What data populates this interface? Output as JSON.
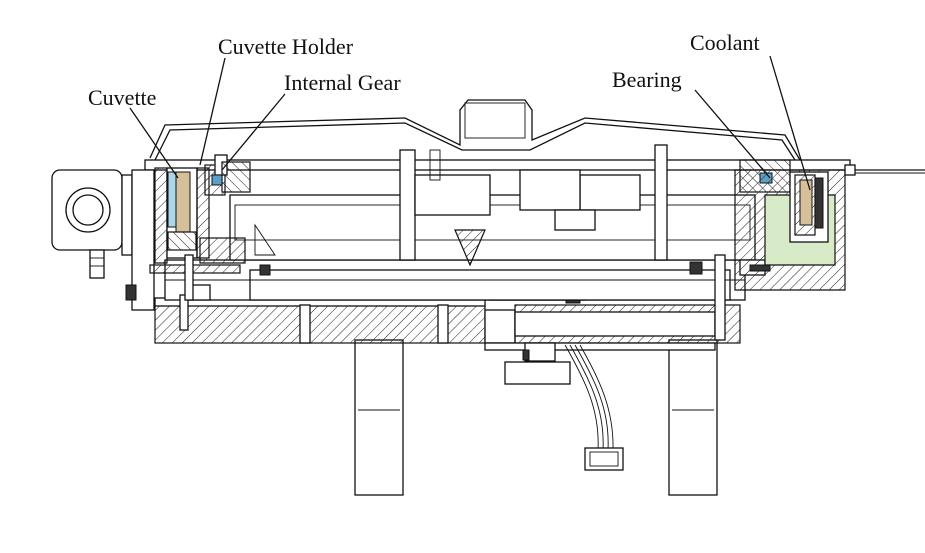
{
  "labels": {
    "cuvette": "Cuvette",
    "cuvette_holder": "Cuvette Holder",
    "internal_gear": "Internal Gear",
    "bearing": "Bearing",
    "coolant": "Coolant"
  },
  "colors": {
    "cuvette": "#a8d8ea",
    "coolant": "#d7ebc9",
    "holder": "#d6c09a",
    "bearing": "#5aa0c8",
    "line": "#111111"
  }
}
